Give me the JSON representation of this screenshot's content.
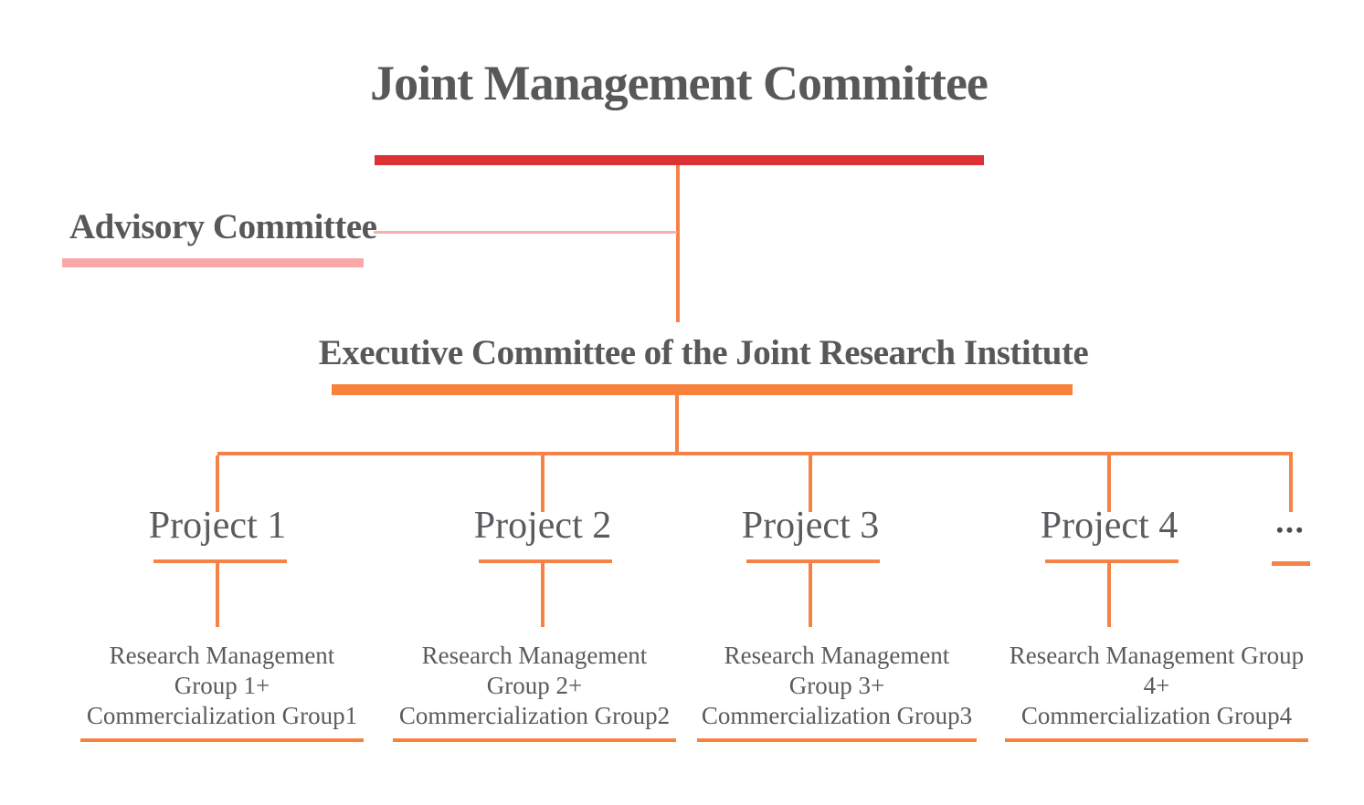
{
  "chart_data": {
    "type": "table",
    "title": "Joint Management Committee organizational chart",
    "hierarchy": {
      "root": "Joint Management Committee",
      "advisory_side_node": "Advisory Committee",
      "child": "Executive Committee of the Joint Research Institute",
      "grandchildren": [
        "Project 1",
        "Project 2",
        "Project 3",
        "Project 4",
        "..."
      ],
      "great_grandchildren": [
        "Research Management Group 1+ Commercialization Group1",
        "Research Management Group 2+ Commercialization Group2",
        "Research Management Group 3+ Commercialization Group3",
        "Research Management Group 4+ Commercialization Group4"
      ]
    }
  },
  "nodes": {
    "root": "Joint Management Committee",
    "advisory": "Advisory Committee",
    "executive": "Executive Committee of the Joint Research Institute",
    "ellipsis": "•••"
  },
  "projects": [
    {
      "label": "Project 1",
      "group_line1": "Research Management Group 1+",
      "group_line2": "Commercialization Group1"
    },
    {
      "label": "Project 2",
      "group_line1": "Research Management Group 2+",
      "group_line2": "Commercialization Group2"
    },
    {
      "label": "Project 3",
      "group_line1": "Research Management Group 3+",
      "group_line2": "Commercialization Group3"
    },
    {
      "label": "Project 4",
      "group_line1": "Research Management Group 4+",
      "group_line2": "Commercialization Group4"
    }
  ],
  "colors": {
    "root_bar": "#DC3236",
    "executive_bar": "#F8823C",
    "connector_line": "#F58345",
    "advisory_bar": "#F9A9A9",
    "advisory_connector": "#F2B3B0",
    "text": "#58595B"
  }
}
